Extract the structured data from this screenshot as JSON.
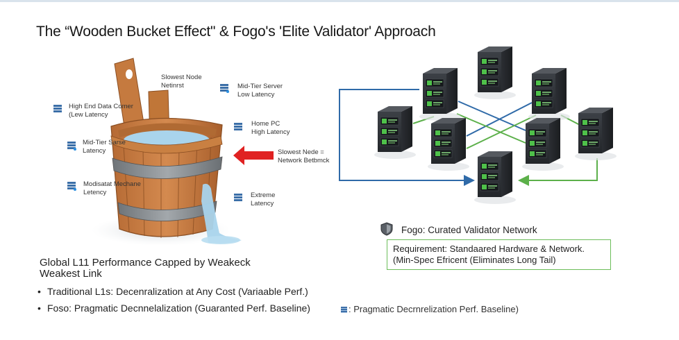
{
  "title": "The “Wooden Bucket Effect\" & Fogo's 'Elite Validator' Approach",
  "bucket_diagram": {
    "labels": [
      {
        "id": "slowest-node",
        "line1": "Slowest Node",
        "line2": "Netinrst",
        "icon": "none"
      },
      {
        "id": "mid-tier-server-top",
        "line1": "Mid-Tier Server",
        "line2": "Low Latency",
        "icon": "server-icon"
      },
      {
        "id": "high-end-data-center",
        "line1": "High End Data Comer",
        "line2": "(Lew Latency",
        "icon": "server-icon"
      },
      {
        "id": "home-pc",
        "line1": "Home PC",
        "line2": "High Latency",
        "icon": "server-icon"
      },
      {
        "id": "mid-tier-server-left",
        "line1": "Mid-Tier Sarse",
        "line2": "Latency",
        "icon": "server-icon"
      },
      {
        "id": "moderate-machine",
        "line1": "Modisatat Mechane",
        "line2": "Letency",
        "icon": "server-icon"
      },
      {
        "id": "extreme-latency",
        "line1": "Extreme",
        "line2": "Latency",
        "icon": "server-icon"
      }
    ],
    "bottleneck_label": {
      "line1": "Slowest Nede =",
      "line2": "Network Betbmck"
    },
    "arrow_color": "#e02222",
    "caption": {
      "line1": "Global L11 Performance Capped by Weakeck",
      "line2": "Weakest Link"
    }
  },
  "bullets": [
    {
      "text": "Traditional L1s: Decenralization at Any Cost (Variaable Perf.)"
    },
    {
      "text": "Foso: Pragmatic Decnnelalization (Guaranted Perf. Baseline)"
    }
  ],
  "legend_note": ": Pragmatic Decrnrelization Perf. Baseline)",
  "network": {
    "title": "Fogo: Curated Validator Network",
    "requirement_line1": "Requirement: Standaared Hardware & Network.",
    "requirement_line2": "(Min-Spec Efricent (Eliminates Long Tail)",
    "link_colors": {
      "blue": "#2f6aa8",
      "green": "#5cb04a"
    },
    "box_border_color": "#6cbd5a",
    "server_count": 8
  }
}
